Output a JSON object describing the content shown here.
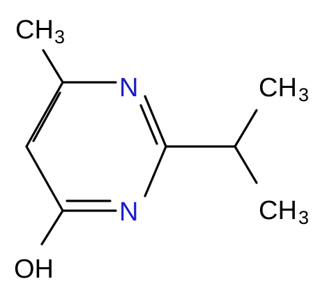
{
  "molecule": {
    "atoms": {
      "methyl_top": {
        "main": "CH",
        "sub": "3"
      },
      "n_top": {
        "main": "N"
      },
      "n_bottom": {
        "main": "N"
      },
      "methyl_right_top": {
        "main": "CH",
        "sub": "3"
      },
      "methyl_right_bottom": {
        "main": "CH",
        "sub": "3"
      },
      "hydroxyl": {
        "main": "OH"
      }
    },
    "colors": {
      "bond": "#000000",
      "carbon_text": "#000000",
      "nitrogen_text": "#1a1acd",
      "background": "#ffffff"
    }
  }
}
